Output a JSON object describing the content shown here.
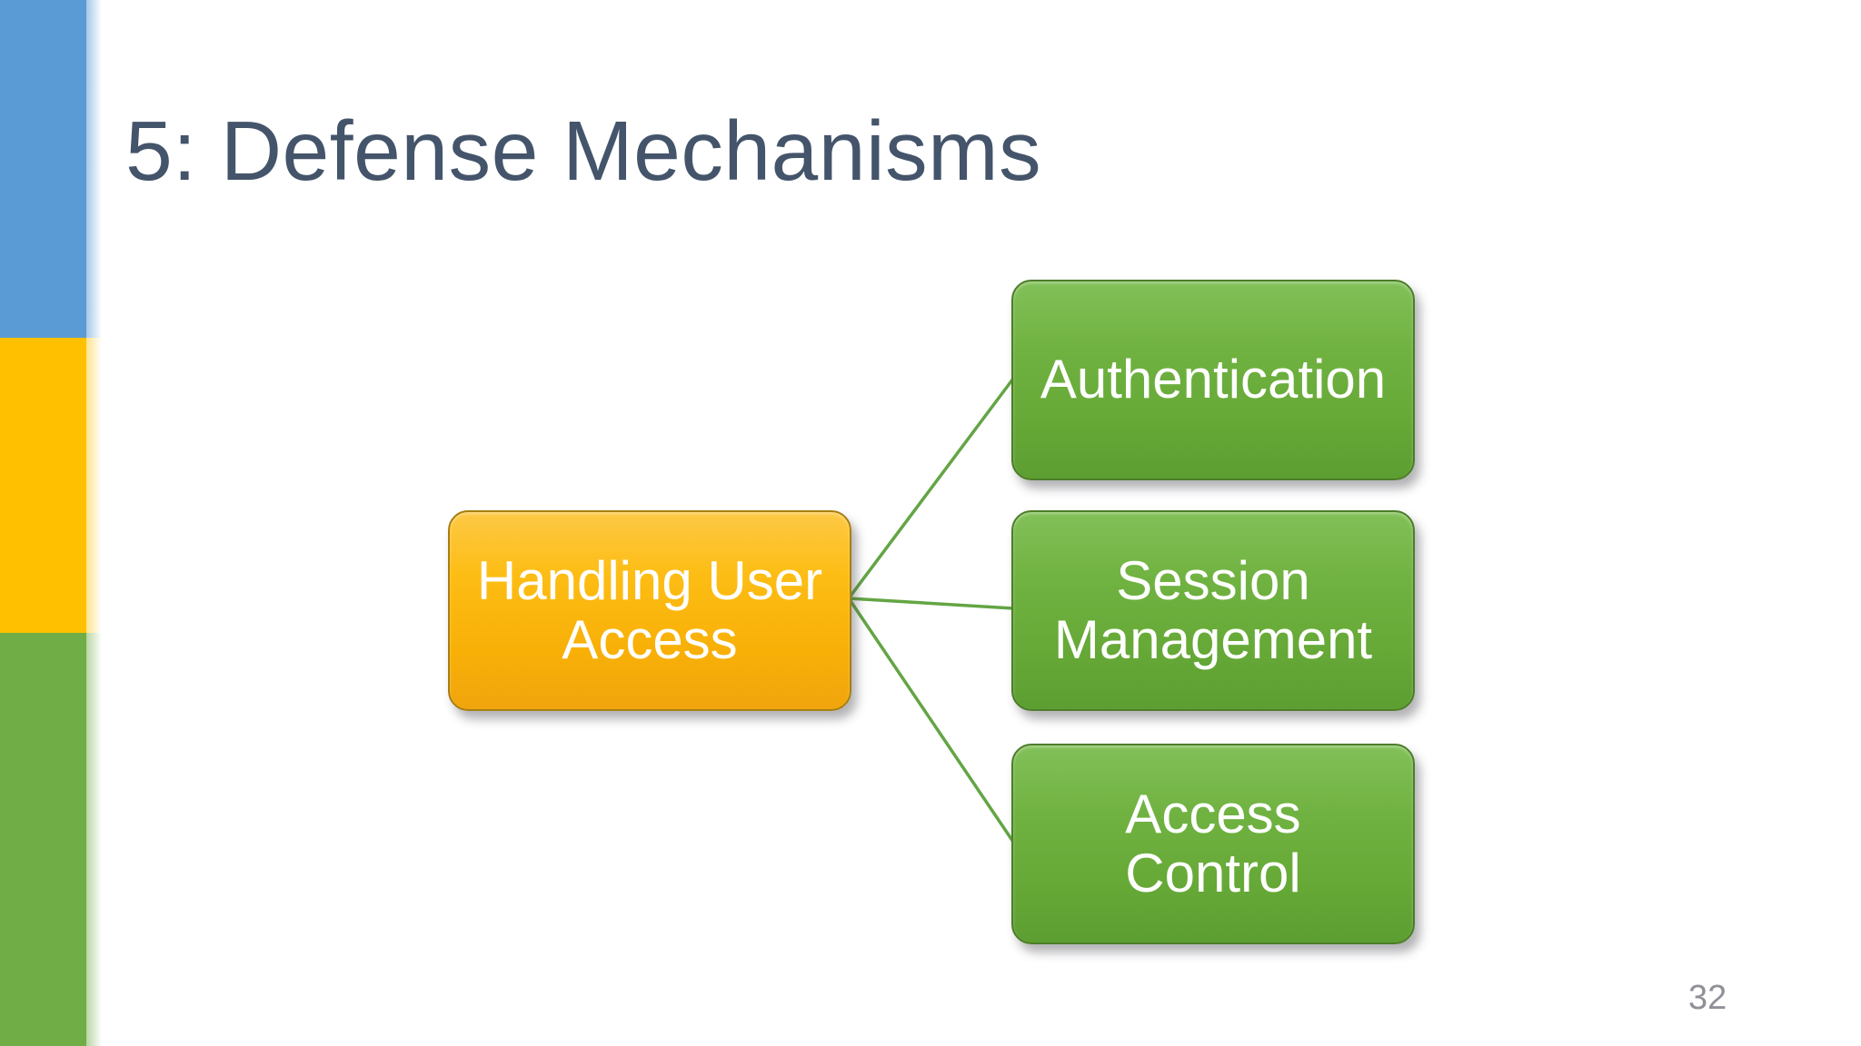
{
  "slide": {
    "title": "5: Defense Mechanisms",
    "page_number": "32"
  },
  "sidebar": {
    "segments": [
      {
        "name": "blue",
        "color": "#5B9BD5"
      },
      {
        "name": "yellow",
        "color": "#FFC000"
      },
      {
        "name": "green",
        "color": "#70AD47"
      }
    ]
  },
  "diagram": {
    "type": "hierarchy",
    "root": {
      "id": "handling-user-access",
      "label": "Handling User\nAccess",
      "fill": "#FDBD14"
    },
    "children": [
      {
        "id": "authentication",
        "label": "Authentication",
        "fill": "#6CAE3E"
      },
      {
        "id": "session-management",
        "label": "Session\nManagement",
        "fill": "#6CAE3E"
      },
      {
        "id": "access-control",
        "label": "Access\nControl",
        "fill": "#6CAE3E"
      }
    ],
    "connector_color": "#63A544"
  },
  "colors": {
    "title_text": "#44546A",
    "box_text": "#FFFFFF",
    "page_number_text": "#8F9098",
    "background": "#FFFFFF"
  }
}
